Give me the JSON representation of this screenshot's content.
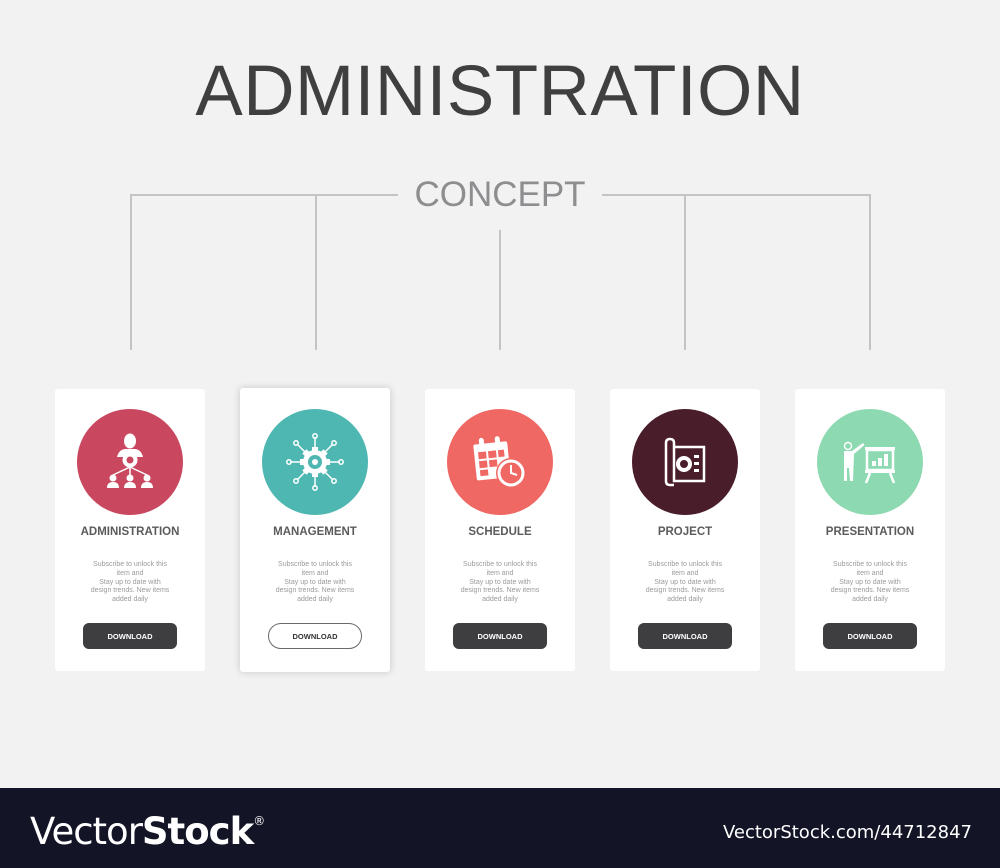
{
  "header": {
    "title": "ADMINISTRATION",
    "subtitle": "CONCEPT"
  },
  "colors": {
    "background": "#f2f2f2",
    "connector_lines": "#c4c4c4",
    "button_dark": "#3e3e40",
    "footer": "#131426"
  },
  "cards": [
    {
      "label": "ADMINISTRATION",
      "icon": "admin-hierarchy-icon",
      "circle_color": "#c9485f",
      "description": "Subscribe to unlock this item and Stay up to date with design trends. New items added daily",
      "desc_lines": [
        "Subscribe to unlock this",
        "item and",
        "Stay up to date with",
        "design trends. New items",
        "added daily"
      ],
      "button": "DOWNLOAD",
      "featured": false
    },
    {
      "label": "MANAGEMENT",
      "icon": "gear-network-icon",
      "circle_color": "#4fb7b2",
      "description": "Subscribe to unlock this item and Stay up to date with design trends. New items added daily",
      "desc_lines": [
        "Subscribe to unlock this",
        "item and",
        "Stay up to date with",
        "design trends. New items",
        "added daily"
      ],
      "button": "DOWNLOAD",
      "featured": true
    },
    {
      "label": "SCHEDULE",
      "icon": "calendar-clock-icon",
      "circle_color": "#ef6863",
      "description": "Subscribe to unlock this item and Stay up to date with design trends. New items added daily",
      "desc_lines": [
        "Subscribe to unlock this",
        "item and",
        "Stay up to date with",
        "design trends. New items",
        "added daily"
      ],
      "button": "DOWNLOAD",
      "featured": false
    },
    {
      "label": "PROJECT",
      "icon": "blueprint-icon",
      "circle_color": "#4a1d2b",
      "description": "Subscribe to unlock this item and Stay up to date with design trends. New items added daily",
      "desc_lines": [
        "Subscribe to unlock this",
        "item and",
        "Stay up to date with",
        "design trends. New items",
        "added daily"
      ],
      "button": "DOWNLOAD",
      "featured": false
    },
    {
      "label": "PRESENTATION",
      "icon": "presenter-board-icon",
      "circle_color": "#8dd9b1",
      "description": "Subscribe to unlock this item and Stay up to date with design trends. New items added daily",
      "desc_lines": [
        "Subscribe to unlock this",
        "item and",
        "Stay up to date with",
        "design trends. New items",
        "added daily"
      ],
      "button": "DOWNLOAD",
      "featured": false
    }
  ],
  "footer": {
    "brand_light": "Vector",
    "brand_bold": "Stock",
    "brand_mark": "®",
    "reference": "VectorStock.com/44712847"
  }
}
